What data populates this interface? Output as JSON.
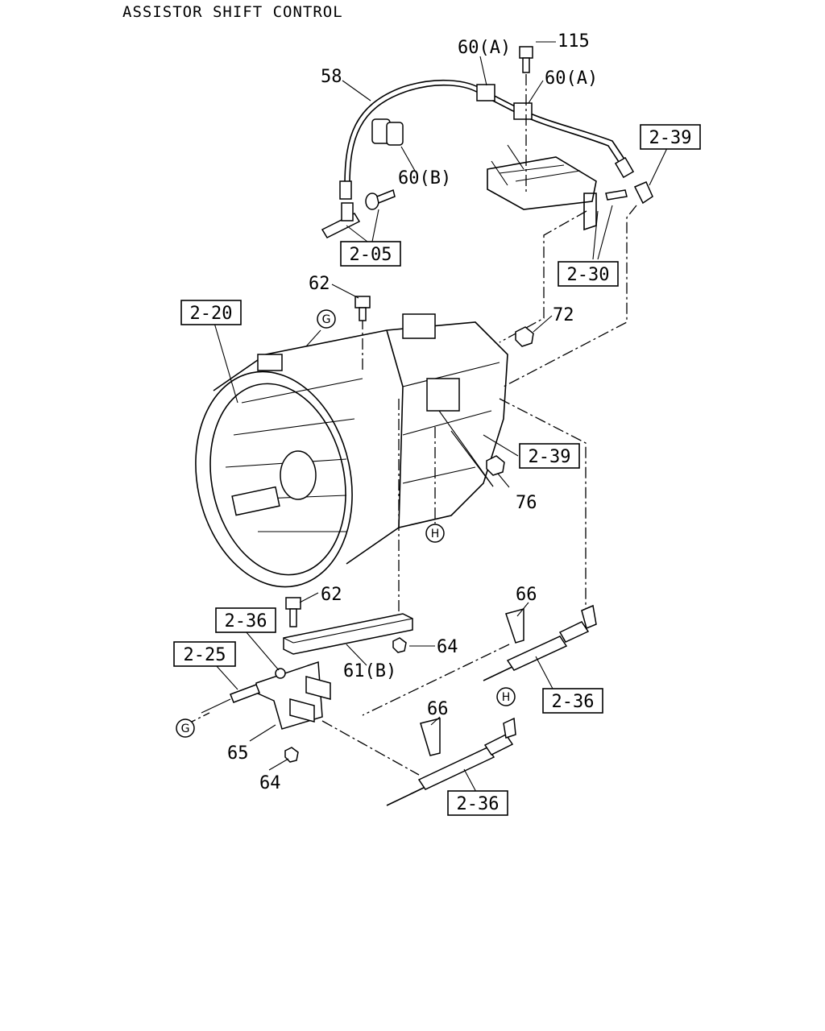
{
  "title": "ASSISTOR SHIFT CONTROL",
  "part_labels": {
    "p58": "58",
    "p60a_1": "60(A)",
    "p60a_2": "60(A)",
    "p115": "115",
    "p60b": "60(B)",
    "p62_top": "62",
    "p72": "72",
    "p76": "76",
    "p62_bot": "62",
    "p64_a": "64",
    "p61b": "61(B)",
    "p65": "65",
    "p64_b": "64",
    "p66_a": "66",
    "p66_b": "66"
  },
  "ref_boxes": {
    "r239_top": "2-39",
    "r205": "2-05",
    "r230": "2-30",
    "r220": "2-20",
    "r239_mid": "2-39",
    "r236_a": "2-36",
    "r225": "2-25",
    "r236_b": "2-36",
    "r236_c": "2-36"
  },
  "connectors": {
    "g1": "G",
    "h1": "H",
    "g2": "G",
    "h2": "H"
  }
}
